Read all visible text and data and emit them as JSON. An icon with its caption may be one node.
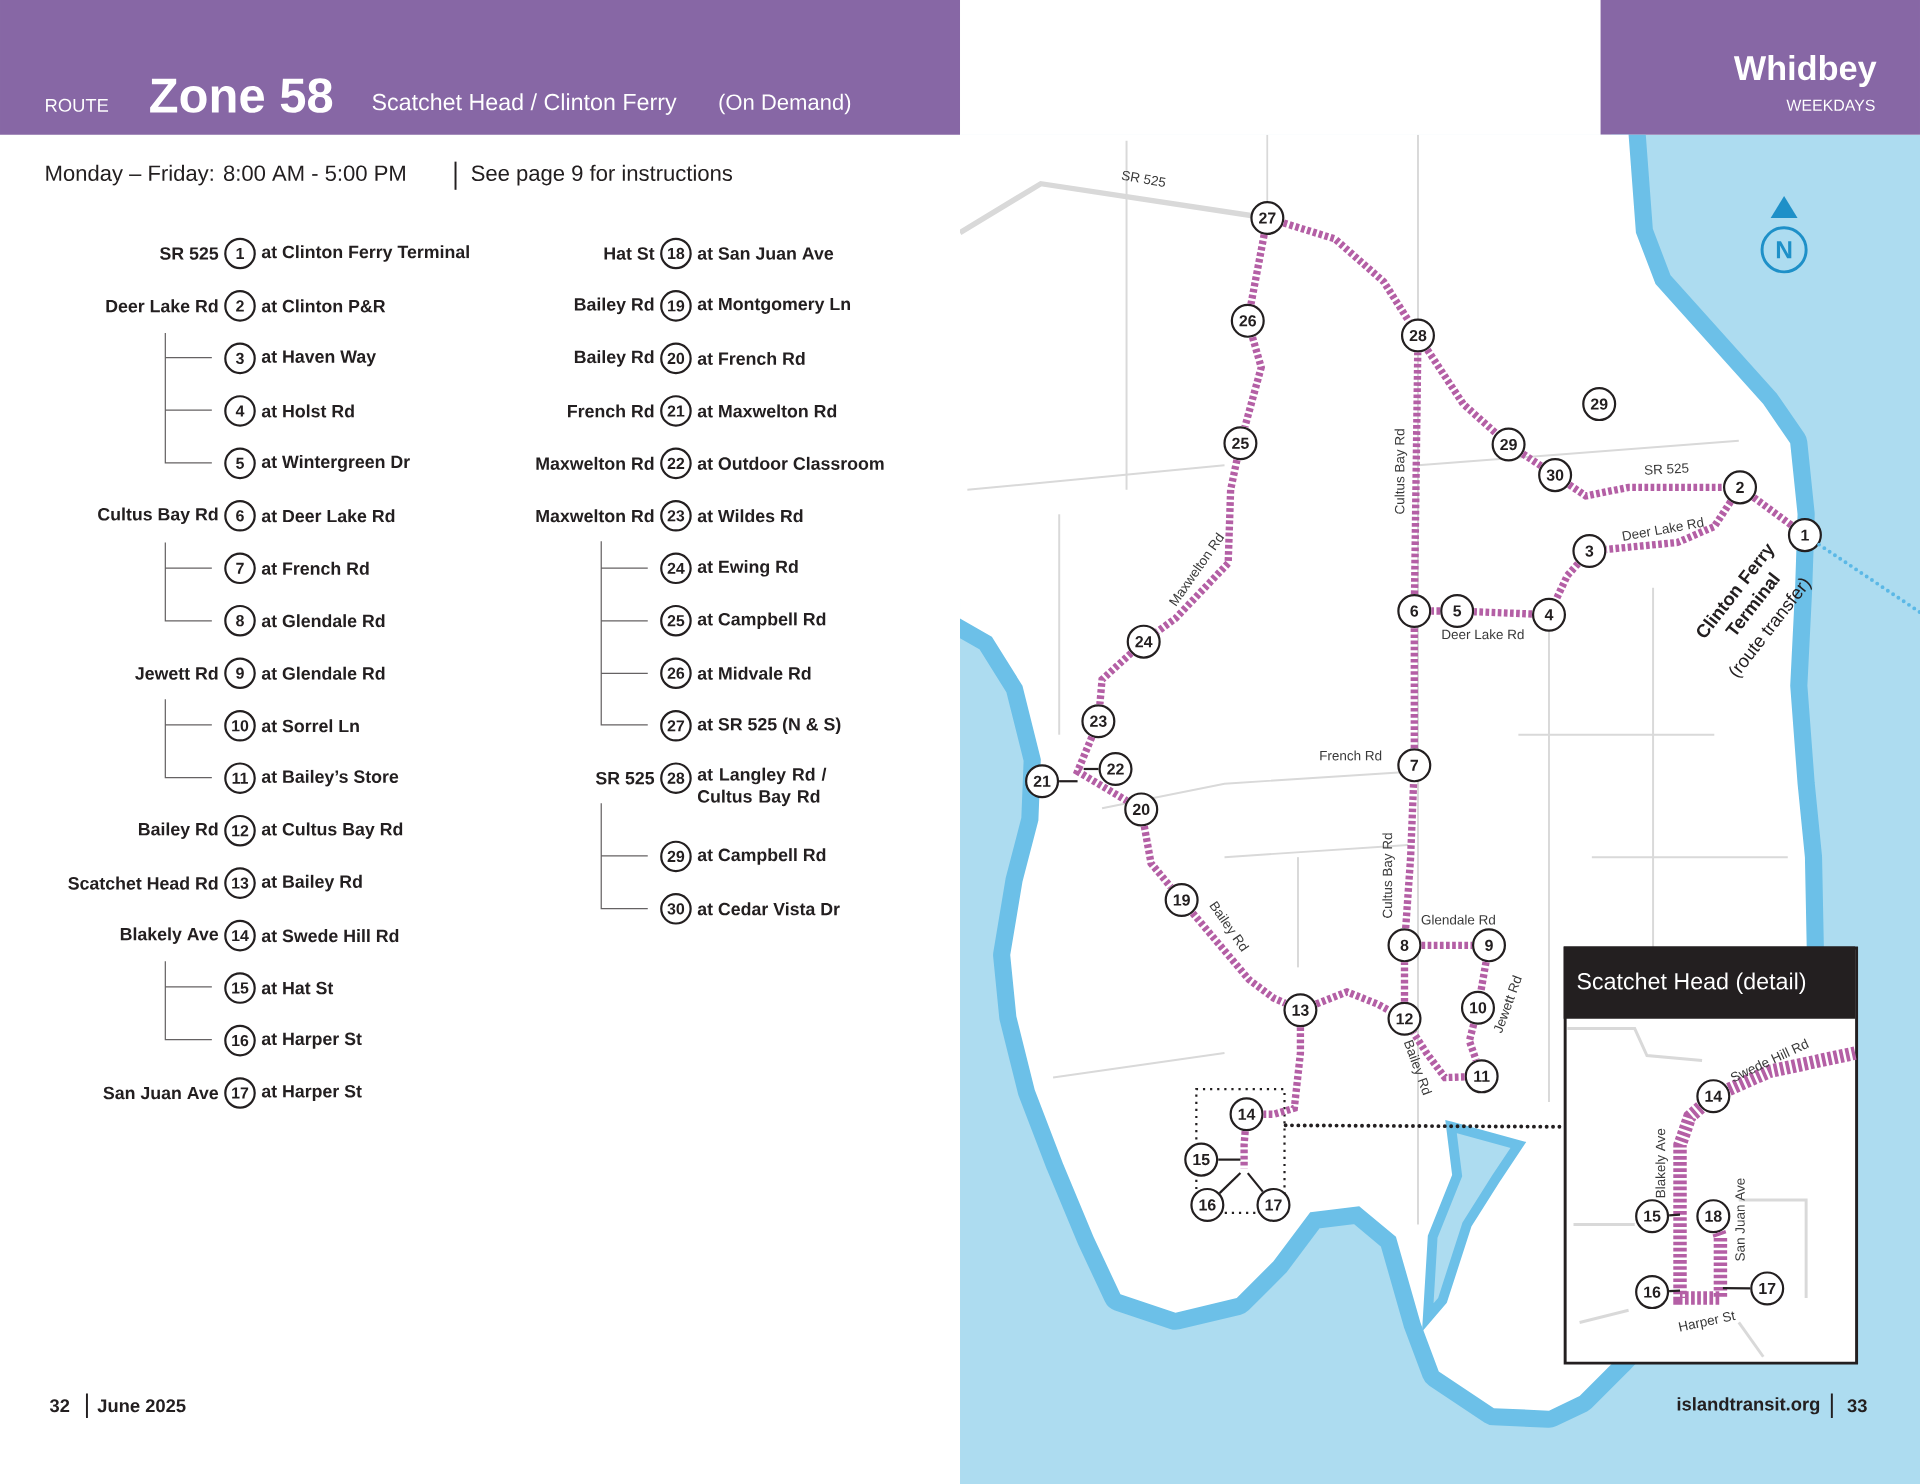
{
  "diagram": {
    "nodes": [
      {
        "text": [
          "1"
        ],
        "beside": [
          "SR 525",
          "at Clinton Ferry Terminal"
        ]
      },
      {
        "text": [
          "2"
        ],
        "beside": [
          "Deer Lake Rd",
          "at Clinton P&R"
        ]
      },
      {
        "text": [
          "3"
        ],
        "beside": [
          "at Haven Way"
        ]
      },
      {
        "text": [
          "4"
        ],
        "beside": [
          "at Holst Rd"
        ]
      },
      {
        "text": [
          "5"
        ],
        "beside": [
          "at Wintergreen Dr"
        ]
      },
      {
        "text": [
          "6"
        ],
        "beside": [
          "Cultus Bay Rd",
          "at Deer Lake Rd"
        ]
      },
      {
        "text": [
          "7"
        ],
        "beside": [
          "at French Rd"
        ]
      },
      {
        "text": [
          "8"
        ],
        "beside": [
          "at Glendale Rd"
        ]
      },
      {
        "text": [
          "9"
        ],
        "beside": [
          "Jewett Rd",
          "at Glendale Rd"
        ]
      },
      {
        "text": [
          "10"
        ],
        "beside": [
          "at Sorrel Ln"
        ]
      },
      {
        "text": [
          "11"
        ],
        "beside": [
          "at Bailey’s Store"
        ]
      },
      {
        "text": [
          "12"
        ],
        "beside": [
          "Bailey Rd",
          "at Cultus Bay Rd"
        ]
      },
      {
        "text": [
          "13"
        ],
        "beside": [
          "Scatchet Head Rd",
          "at Bailey Rd"
        ]
      },
      {
        "text": [
          "14"
        ],
        "beside": [
          "Blakely Ave",
          "at Swede Hill Rd"
        ]
      },
      {
        "text": [
          "15"
        ],
        "beside": [
          "at Hat St"
        ]
      },
      {
        "text": [
          "16"
        ],
        "beside": [
          "at Harper St"
        ]
      },
      {
        "text": [
          "17"
        ],
        "beside": [
          "San Juan Ave",
          "at Harper St"
        ]
      },
      {
        "text": [
          "18"
        ],
        "beside": [
          "Hat St",
          "at San Juan Ave"
        ]
      },
      {
        "text": [
          "19"
        ],
        "beside": [
          "Bailey Rd",
          "at Montgomery Ln"
        ]
      },
      {
        "text": [
          "20"
        ],
        "beside": [
          "Bailey Rd",
          "at French Rd"
        ]
      },
      {
        "text": [
          "21"
        ],
        "beside": [
          "French Rd",
          "at Maxwelton Rd"
        ]
      },
      {
        "text": [
          "22"
        ],
        "beside": [
          "Maxwelton Rd",
          "at Outdoor Classroom"
        ]
      },
      {
        "text": [
          "23"
        ],
        "beside": [
          "Maxwelton Rd",
          "at Wildes Rd"
        ]
      },
      {
        "text": [
          "24"
        ],
        "beside": [
          "at Ewing Rd"
        ]
      },
      {
        "text": [
          "25"
        ],
        "beside": [
          "at Campbell Rd"
        ]
      },
      {
        "text": [
          "26"
        ],
        "beside": [
          "at Midvale Rd"
        ]
      },
      {
        "text": [
          "27"
        ],
        "beside": [
          "at SR 525 (N & S)"
        ]
      },
      {
        "text": [
          "28"
        ],
        "beside": [
          "SR 525",
          "at Langley Rd / Cultus Bay Rd"
        ]
      },
      {
        "text": [
          "29"
        ],
        "beside": [
          "at Campbell Rd"
        ]
      },
      {
        "text": [
          "30"
        ],
        "beside": [
          "at Cedar Vista Dr"
        ]
      },
      {
        "text": [],
        "shape": "box"
      },
      {
        "text": [
          "1"
        ],
        "beside": [
          "Clinton Ferry Terminal",
          "(route transfer)"
        ]
      },
      {
        "text": [
          "2"
        ]
      },
      {
        "text": [
          "3"
        ]
      },
      {
        "text": [
          "4"
        ]
      },
      {
        "text": [
          "5"
        ]
      },
      {
        "text": [
          "6"
        ]
      },
      {
        "text": [
          "7"
        ]
      },
      {
        "text": [
          "8"
        ]
      },
      {
        "text": [
          "9"
        ]
      },
      {
        "text": [
          "10"
        ]
      },
      {
        "text": [
          "11"
        ]
      },
      {
        "text": [
          "12"
        ]
      },
      {
        "text": [
          "13"
        ]
      },
      {
        "text": [
          "14"
        ],
        "in": 30
      },
      {
        "text": [
          "15"
        ],
        "in": 30
      },
      {
        "text": [
          "16"
        ],
        "in": 30
      },
      {
        "text": [
          "17"
        ],
        "in": 30
      },
      {
        "text": [
          "19"
        ]
      },
      {
        "text": [
          "20"
        ]
      },
      {
        "text": [
          "21"
        ]
      },
      {
        "text": [
          "22"
        ]
      },
      {
        "text": [
          "23"
        ]
      },
      {
        "text": [
          "24"
        ]
      },
      {
        "text": [
          "25"
        ]
      },
      {
        "text": [
          "26"
        ]
      },
      {
        "text": [
          "27"
        ]
      },
      {
        "text": [
          "28"
        ]
      },
      {
        "text": [
          "29"
        ]
      },
      {
        "text": [
          "30"
        ]
      },
      {
        "text": [
          "29"
        ]
      },
      {
        "text": [
          "Scatchet Head (detail)"
        ]
      },
      {
        "text": [
          "14"
        ],
        "in": 61
      },
      {
        "text": [
          "15"
        ],
        "in": 61
      },
      {
        "text": [
          "18"
        ],
        "in": 61
      },
      {
        "text": [
          "16"
        ],
        "in": 61
      },
      {
        "text": [
          "17"
        ],
        "in": 61
      }
    ],
    "edges": [
      {
        "from": 56,
        "to": 57,
        "arrow": "none",
        "style": "dashed"
      },
      {
        "from": 56,
        "to": 55,
        "arrow": "none",
        "style": "dashed"
      },
      {
        "from": 55,
        "to": 54,
        "arrow": "none",
        "style": "dashed"
      },
      {
        "from": 54,
        "to": 53,
        "arrow": "none",
        "style": "dashed"
      },
      {
        "from": 53,
        "to": 52,
        "arrow": "none",
        "style": "dashed"
      },
      {
        "from": 52,
        "to": 49,
        "arrow": "none",
        "style": "dashed"
      },
      {
        "from": 49,
        "to": 48,
        "arrow": "none",
        "style": "dashed"
      },
      {
        "from": 48,
        "to": 43,
        "arrow": "none",
        "style": "dashed"
      },
      {
        "from": 43,
        "to": 42,
        "arrow": "none",
        "style": "dashed"
      },
      {
        "from": 42,
        "to": 38,
        "arrow": "none",
        "style": "dashed"
      },
      {
        "from": 38,
        "to": 37,
        "arrow": "none",
        "style": "dashed"
      },
      {
        "from": 37,
        "to": 36,
        "arrow": "none",
        "style": "dashed"
      },
      {
        "from": 36,
        "to": 57,
        "arrow": "none",
        "style": "dashed"
      },
      {
        "from": 57,
        "to": 58,
        "arrow": "none",
        "style": "dashed"
      },
      {
        "from": 58,
        "to": 59,
        "arrow": "none",
        "style": "dashed"
      },
      {
        "from": 59,
        "to": 32,
        "arrow": "none",
        "style": "dashed"
      },
      {
        "from": 32,
        "to": 31,
        "arrow": "none",
        "style": "dashed"
      },
      {
        "from": 32,
        "to": 33,
        "arrow": "none",
        "style": "dashed"
      },
      {
        "from": 33,
        "to": 34,
        "arrow": "none",
        "style": "dashed"
      },
      {
        "from": 34,
        "to": 35,
        "arrow": "none",
        "style": "dashed"
      },
      {
        "from": 35,
        "to": 36,
        "arrow": "none",
        "style": "dashed"
      },
      {
        "from": 38,
        "to": 39,
        "arrow": "none",
        "style": "dashed"
      },
      {
        "from": 39,
        "to": 40,
        "arrow": "none",
        "style": "dashed"
      },
      {
        "from": 40,
        "to": 41,
        "arrow": "none",
        "style": "dashed"
      },
      {
        "from": 41,
        "to": 42,
        "arrow": "none",
        "style": "dashed"
      },
      {
        "from": 43,
        "to": 44,
        "arrow": "none",
        "style": "dashed"
      },
      {
        "from": 44,
        "to": null,
        "arrow": "none",
        "style": "dashed"
      },
      {
        "from": 50,
        "to": null,
        "arrow": "none",
        "color": "#231f20"
      },
      {
        "from": 51,
        "to": null,
        "arrow": "none",
        "color": "#231f20"
      },
      {
        "from": 45,
        "to": null,
        "arrow": "none",
        "color": "#231f20"
      },
      {
        "from": 46,
        "to": null,
        "arrow": "none",
        "color": "#231f20"
      },
      {
        "from": 47,
        "to": null,
        "arrow": "none",
        "color": "#231f20"
      },
      {
        "from": 31,
        "to": null,
        "arrow": "none",
        "style": "dashed",
        "color": "#5bb8e6"
      },
      {
        "from": 30,
        "to": 61,
        "arrow": "none",
        "style": "dashed",
        "color": "#231f20"
      },
      {
        "from": 62,
        "to": 64,
        "arrow": "none",
        "style": "dashed"
      },
      {
        "from": 62,
        "to": null,
        "arrow": "none",
        "style": "dashed"
      },
      {
        "from": 63,
        "to": null,
        "arrow": "none",
        "color": "#231f20"
      },
      {
        "from": 65,
        "to": null,
        "arrow": "none",
        "color": "#231f20"
      },
      {
        "from": 66,
        "to": null,
        "arrow": "none",
        "color": "#231f20"
      }
    ],
    "labels": [
      "ROUTE",
      "Zone 58",
      "Scatchet Head / Clinton Ferry",
      "(On Demand)",
      "Whidbey",
      "WEEKDAYS",
      "Monday – Friday: 8:00 AM - 5:00 PM",
      "See page 9 for instructions",
      "SR 525",
      "Cultus Bay Rd",
      "SR 525",
      "Deer Lake Rd",
      "Maxwelton Rd",
      "Deer Lake Rd",
      "French Rd",
      "Cultus Bay Rd",
      "Bailey Rd",
      "Glendale Rd",
      "Jewett Rd",
      "Bailey Rd",
      "Swede Hill Rd",
      "Blakely Ave",
      "San Juan Ave",
      "Harper St",
      "N",
      "32",
      "June 2025",
      "islandtransit.org",
      "33"
    ]
  }
}
